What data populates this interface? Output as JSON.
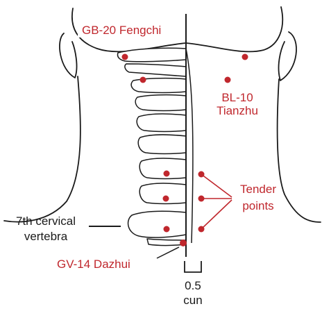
{
  "labels": {
    "gb20": "GB-20 Fengchi",
    "bl10_line1": "BL-10",
    "bl10_line2": "Tianzhu",
    "tender_line1": "Tender",
    "tender_line2": "points",
    "c7_line1": "7th cervical",
    "c7_line2": "vertebra",
    "gv14": "GV-14 Dazhui",
    "scale_value": "0.5",
    "scale_unit": "cun"
  },
  "colors": {
    "point": "#c0272d",
    "label": "#c0272d",
    "outline": "#1a1a1a"
  }
}
